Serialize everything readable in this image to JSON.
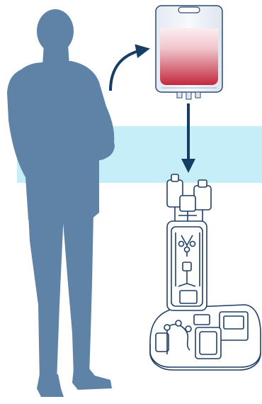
{
  "diagram": {
    "subject": "person-silhouette",
    "flow": [
      "person-silhouette",
      "blood-bag",
      "processing-device"
    ],
    "colors": {
      "silhouette": "#5f83a6",
      "band": "#c6eef8",
      "outline": "#1f3f66",
      "arrow": "#163d66",
      "blood_top": "#f5d7dc",
      "blood_bottom": "#c2283d",
      "bag_body": "#eef3f8"
    },
    "icons": [
      "person-silhouette",
      "blood-bag",
      "curved-arrow",
      "down-arrow",
      "processing-device"
    ]
  }
}
